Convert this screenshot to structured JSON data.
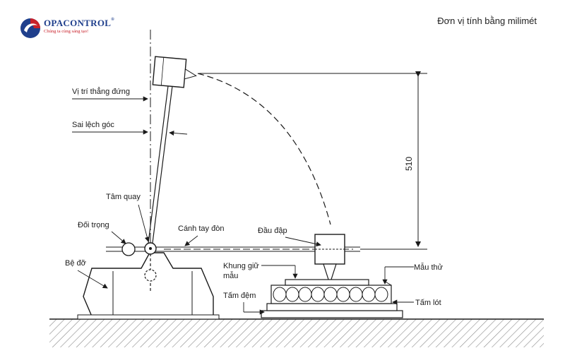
{
  "logo": {
    "name": "OPACONTROL",
    "reg": "®",
    "tagline": "Chúng ta cùng sáng tạo!"
  },
  "unit_note": "Đơn vị tính bằng milimét",
  "dimension_label": "510",
  "labels": {
    "vertical_position": "Vị trí thẳng đứng",
    "angle_deviation": "Sai lệch góc",
    "pivot": "Tâm quay",
    "counterweight": "Đối trọng",
    "arm": "Cánh tay đòn",
    "striker_head": "Đầu đập",
    "base": "Bệ đỡ",
    "sample_frame_line1": "Khung giữ",
    "sample_frame_line2": "mẫu",
    "specimen": "Mẫu thử",
    "pad": "Tấm đệm",
    "liner": "Tấm lót"
  },
  "colors": {
    "line": "#1a1a1a",
    "ground": "#8a8a8a",
    "brand_blue": "#1f3f8c",
    "brand_red": "#c8202a"
  }
}
